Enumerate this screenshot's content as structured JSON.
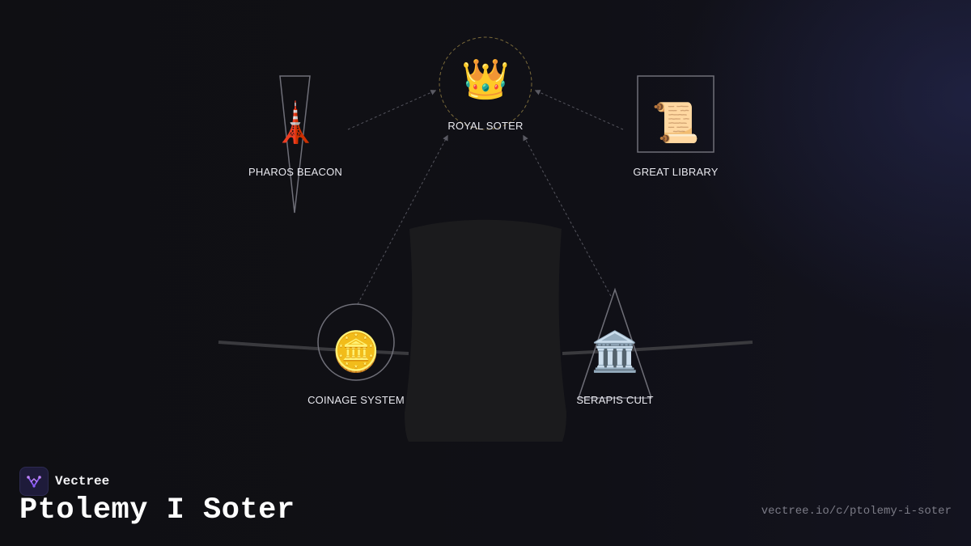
{
  "brand": {
    "name": "Vectree",
    "accent": "#8b5cf6"
  },
  "title": "Ptolemy I Soter",
  "url": "vectree.io/c/ptolemy-i-soter",
  "nodes": {
    "royal_soter": {
      "label": "ROYAL SOTER",
      "icon": "crown-icon",
      "glyph": "👑"
    },
    "pharos": {
      "label": "PHAROS BEACON",
      "icon": "tower-icon",
      "glyph": "🗼"
    },
    "library": {
      "label": "GREAT LIBRARY",
      "icon": "scroll-icon",
      "glyph": "📜"
    },
    "coinage": {
      "label": "COINAGE SYSTEM",
      "icon": "coin-icon",
      "glyph": "🪙"
    },
    "serapis": {
      "label": "SERAPIS CULT",
      "icon": "temple-icon",
      "glyph": "🏛️"
    }
  },
  "colors": {
    "edge": "#55555e",
    "crown_ring": "#7a6a3a",
    "frame": "#6f6f78"
  }
}
